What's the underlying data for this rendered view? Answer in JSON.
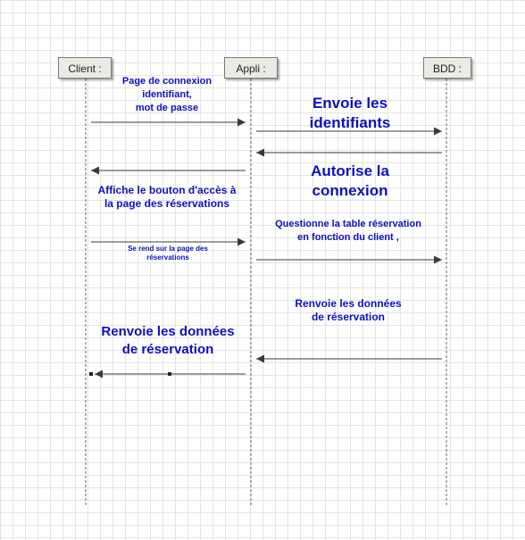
{
  "actors": {
    "client": "Client :",
    "appli": "Appli :",
    "bdd": "BDD :"
  },
  "messages": {
    "login_page": {
      "line1": "Page de connexion",
      "line2": "identifiant,",
      "line3": "mot de passe"
    },
    "send_ids": {
      "line1": "Envoie les",
      "line2": "identifiants"
    },
    "authorize": {
      "line1": "Autorise la",
      "line2": "connexion"
    },
    "show_button": {
      "line1": "Affiche le bouton d'accès à",
      "line2": "la page des réservations"
    },
    "query_table": {
      "line1": "Questionne la table réservation",
      "line2": "en fonction du client ,"
    },
    "goto_page": {
      "line1": "Se rend sur la page des",
      "line2": "réservations"
    },
    "db_returns": {
      "line1": "Renvoie les données",
      "line2": "de réservation"
    },
    "app_returns": {
      "line1": "Renvoie les données",
      "line2": "de réservation"
    }
  },
  "colors": {
    "label_text": "#1010b8",
    "arrow": "#3a3a3a",
    "lifeline": "#666666",
    "actor_fill": "#eceae4"
  }
}
